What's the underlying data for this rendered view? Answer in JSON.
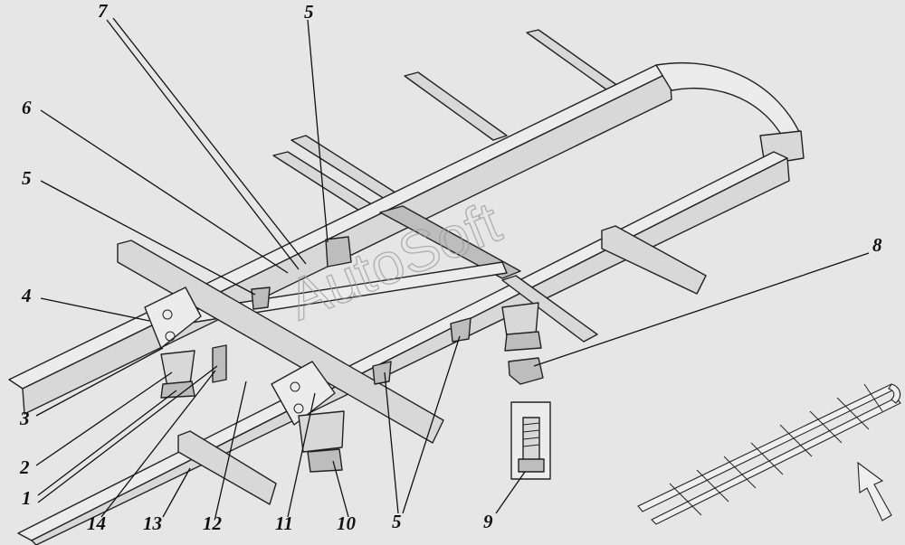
{
  "watermark": "AutoSoft",
  "labels": [
    {
      "id": "1",
      "text": "1"
    },
    {
      "id": "2",
      "text": "2"
    },
    {
      "id": "3",
      "text": "3"
    },
    {
      "id": "4",
      "text": "4"
    },
    {
      "id": "5a",
      "text": "5"
    },
    {
      "id": "5b",
      "text": "5"
    },
    {
      "id": "5c",
      "text": "5"
    },
    {
      "id": "6",
      "text": "6"
    },
    {
      "id": "7",
      "text": "7"
    },
    {
      "id": "8",
      "text": "8"
    },
    {
      "id": "9",
      "text": "9"
    },
    {
      "id": "10",
      "text": "10"
    },
    {
      "id": "11",
      "text": "11"
    },
    {
      "id": "12",
      "text": "12"
    },
    {
      "id": "13",
      "text": "13"
    },
    {
      "id": "14",
      "text": "14"
    }
  ]
}
